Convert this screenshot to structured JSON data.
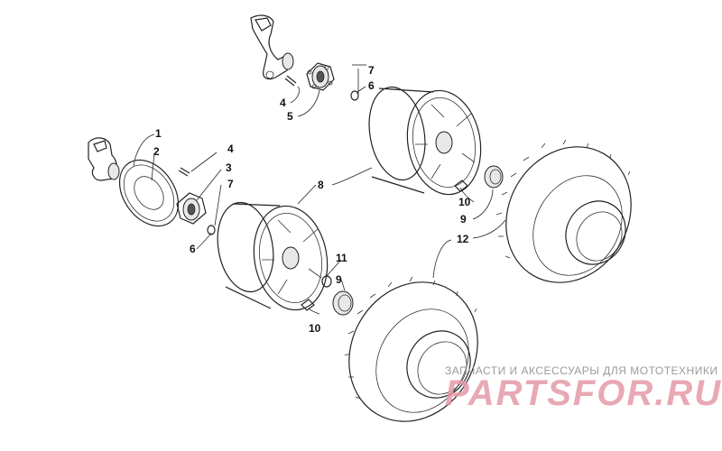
{
  "callouts": [
    "1",
    "2",
    "3",
    "4",
    "5",
    "6",
    "7",
    "8",
    "9",
    "10",
    "11",
    "12"
  ],
  "watermark": {
    "tagline": "ЗАПЧАСТИ И АКСЕССУАРЫ ДЛЯ МОТОТЕХНИКИ",
    "logo": "PARTSFOR.RU",
    "color": "#e59aa8"
  }
}
